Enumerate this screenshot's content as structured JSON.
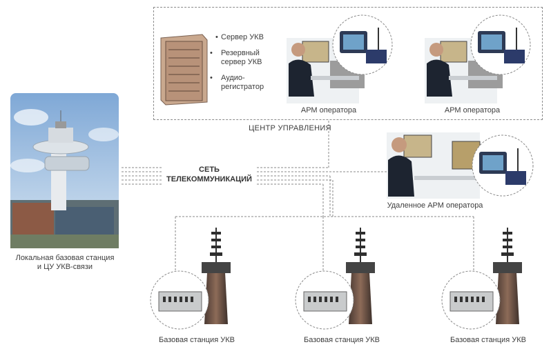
{
  "control_center": {
    "title": "ЦЕНТР  УПРАВЛЕНИЯ",
    "server_items": [
      "Сервер УКВ",
      "Резервный сервер УКВ",
      "Аудио-регистратор"
    ],
    "workstation_label_1": "АРМ оператора",
    "workstation_label_2": "АРМ оператора"
  },
  "network": {
    "line1": "СЕТЬ",
    "line2": "ТЕЛЕКОММУНИКАЦИЙ"
  },
  "remote": {
    "label": "Удаленное АРМ оператора"
  },
  "local_station": {
    "label_line1": "Локальная базовая станция",
    "label_line2": "и ЦУ УКВ-связи"
  },
  "base_stations": [
    {
      "label": "Базовая станция УКВ"
    },
    {
      "label": "Базовая станция УКВ"
    },
    {
      "label": "Базовая станция УКВ"
    }
  ],
  "colors": {
    "dash": "#8a8a8a",
    "rack": "#c9a88e",
    "tower": "#6b5044",
    "sky": "#a9c8e6"
  }
}
